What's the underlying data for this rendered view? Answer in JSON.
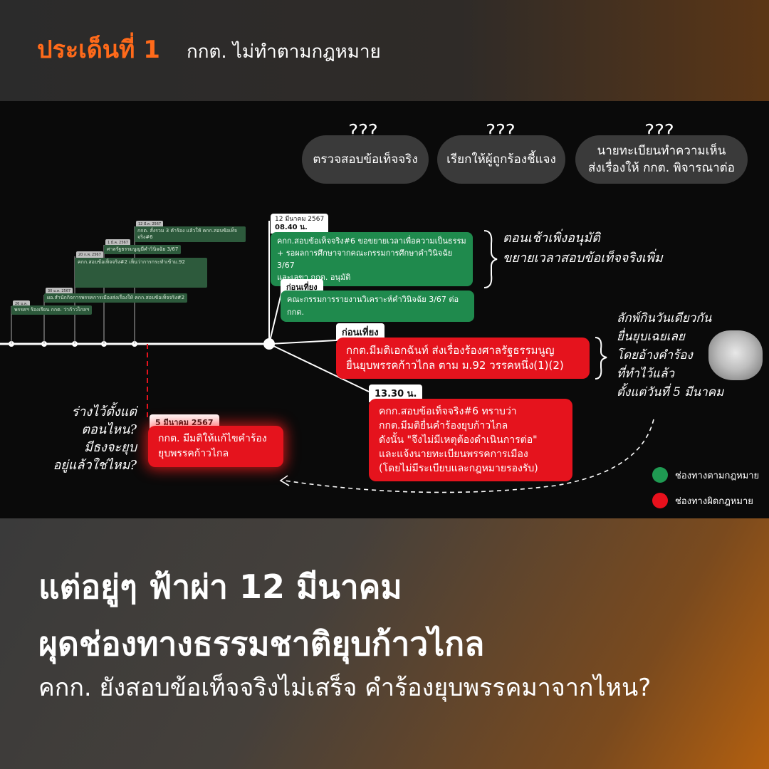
{
  "header": {
    "issue": "ประเด็นที่ 1",
    "title": "กกต. ไม่ทำตามกฎหมาย"
  },
  "questions": [
    {
      "mark": "???",
      "text": "ตรวจสอบข้อเท็จจริง"
    },
    {
      "mark": "???",
      "text": "เรียกให้ผู้ถูกร้องชี้แจง"
    },
    {
      "mark": "???",
      "text": "นายทะเบียนทำความเห็นส่งเรื่องให้ กกต. พิจารณาต่อ",
      "line1": "นายทะเบียนทำความเห็น",
      "line2": "ส่งเรื่องให้ กกต. พิจารณาต่อ"
    }
  ],
  "mini_notes": [
    {
      "date": "26 ม.ค.",
      "text": "พรรคฯ ร้องเรียน กกต. ว่าก้าวไกลฯ"
    },
    {
      "date": "30 ม.ค. 2567",
      "text": "ผอ.สำนักกิจการพรรคการเมืองส่งเรื่องให้ คกก.สอบข้อเท็จจริง#2"
    },
    {
      "date": "20 ก.พ. 2567",
      "text": "คกก.สอบข้อเท็จจริง#2 เห็นว่าการกระทำเข้าม.92"
    },
    {
      "date": "1 มี.ค. 2567",
      "text": "ศาลรัฐธรรมนูญมีคำวินิจฉัย 3/67"
    },
    {
      "date": "12 มี.ค. 2567",
      "text": "กกต. สั่งรวม 3 คำร้อง แล้วให้ คกก.สอบข้อเท็จจริง#6"
    }
  ],
  "events": {
    "morning": {
      "date": "12 มีนาคม 2567",
      "time": "08.40 น.",
      "line1": "คกก.สอบข้อเท็จจริง#6 ขอขยายเวลาเพื่อความเป็นธรรม",
      "line2": "+ รอผลการศึกษาจากคณะกรรมการศึกษาคำวินิจฉัย 3/67",
      "line3": "และเลขา กกต. อนุมัติ"
    },
    "before_noon_green": {
      "tag": "ก่อนเที่ยง",
      "text": "คณะกรรมการรายงานวิเคราะห์คำวินิจฉัย 3/67 ต่อ กกต."
    },
    "before_noon_red": {
      "tag": "ก่อนเที่ยง",
      "line1": "กกต.มีมติเอกฉันท์ ส่งเรื่องร้องศาลรัฐธรรมนูญ",
      "line2": "ยื่นยุบพรรคก้าวไกล ตาม ม.92 วรรคหนึ่ง(1)(2)"
    },
    "afternoon": {
      "tag": "13.30 น.",
      "line1": "คกก.สอบข้อเท็จจริง#6 ทราบว่า",
      "line2": "กกต.มีมติยื่นคำร้องยุบก้าวไกล",
      "line3": "ดังนั้น \"จึงไม่มีเหตุต้องดำเนินการต่อ\"",
      "line4": "และแจ้งนายทะเบียนพรรคการเมือง",
      "line5": "(โดยไม่มีระเบียบและกฎหมายรองรับ)"
    },
    "march5": {
      "tag": "5 มีนาคม 2567",
      "line1": "กกต. มีมติให้แก้ไขคำร้อง",
      "line2": "ยุบพรรคก้าวไกล"
    }
  },
  "handwritten": {
    "morning_note_1": "ตอนเช้าเพิ่งอนุมัติ",
    "morning_note_2": "ขยายเวลาสอบข้อเท็จจริงเพิ่ม",
    "right_1": "ลักพ์กินวันเดียวกัน",
    "right_2": "ยื่นยุบเฉยเลย",
    "right_3": "โดยอ้างคำร้อง",
    "right_4": "ที่ทำไว้แล้ว",
    "right_5": "ตั้งแต่วันที่ 5 มีนาคม",
    "left_1": "ร่างไว้ตั้งแต่",
    "left_2": "ตอนไหน?",
    "left_3": "มีธงจะยุบ",
    "left_4": "อยู่แล้วใช่ไหม?"
  },
  "legend": {
    "legal": "ช่องทางตามกฎหมาย",
    "illegal": "ช่องทางผิดกฎหมาย"
  },
  "colors": {
    "accent": "#ff6a1a",
    "green": "#1f8a4d",
    "red": "#e5131d",
    "legal_dot": "#1f9a52",
    "illegal_dot": "#e8101c"
  },
  "bottom": {
    "headline1": "แต่อยู่ๆ ฟ้าผ่า 12 มีนาคม",
    "headline2": "ผุดช่องทางธรรมชาติยุบก้าวไกล",
    "subline": "คกก. ยังสอบข้อเท็จจริงไม่เสร็จ คำร้องยุบพรรคมาจากไหน?"
  }
}
